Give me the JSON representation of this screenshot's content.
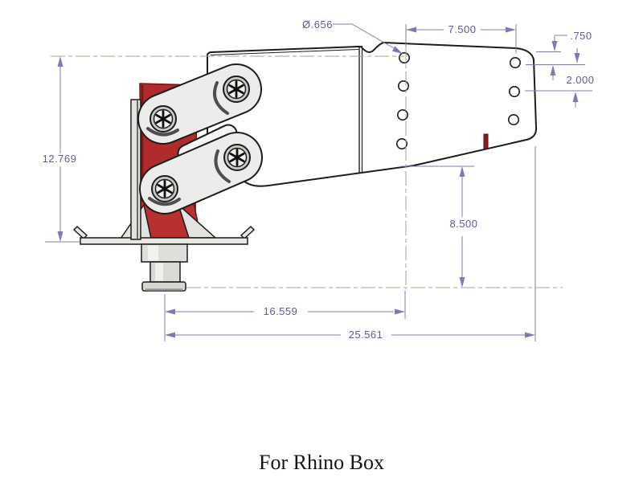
{
  "title": "For Rhino Box",
  "colors": {
    "dimension_line": "#7b7bb3",
    "dimension_text": "#5a5a99",
    "centerline_green": "#8fb183",
    "part_outline": "#1c1c1c",
    "steel_fill": "#e9eae6",
    "red_paint": "#b02c2c",
    "background": "#ffffff"
  },
  "dims": {
    "hole_diameter": "Ø.656",
    "hole_column_spacing": "7.500",
    "top_edge_to_hole": ".750",
    "hole_pitch": "2.000",
    "overall_height": "12.769",
    "plate_drop": "8.500",
    "foot_to_holes_length": "16.559",
    "overall_length": "25.561"
  }
}
